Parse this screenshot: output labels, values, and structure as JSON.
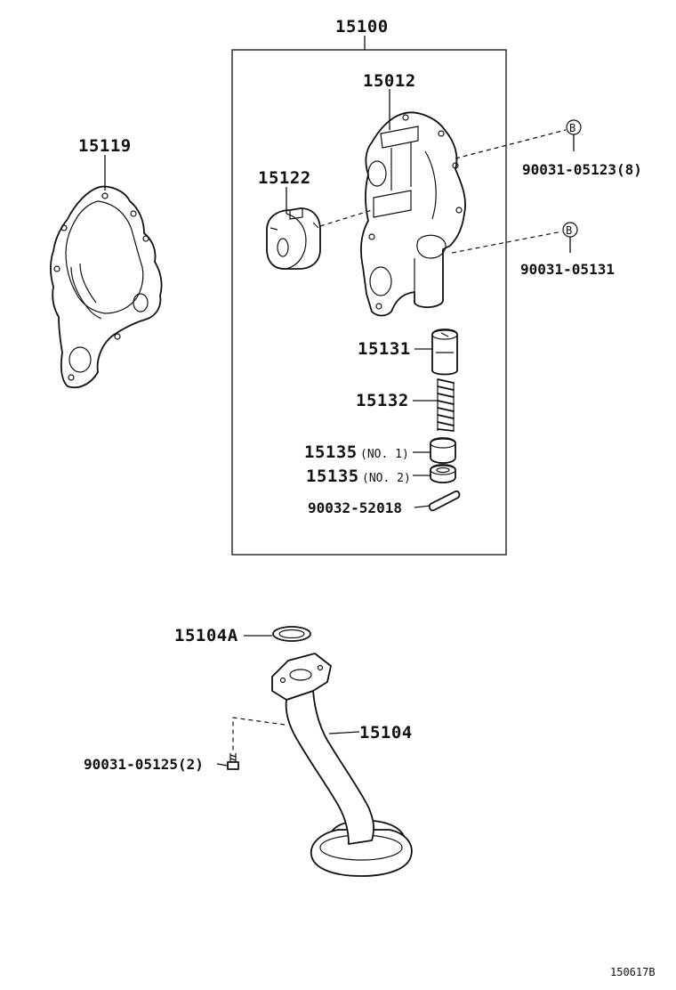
{
  "labels": {
    "assembly": "15100",
    "pump_body": "15012",
    "rotor": "15122",
    "gasket": "15119",
    "bolt_8": "90031-05123(8)",
    "bolt_1": "90031-05131",
    "valve": "15131",
    "spring": "15132",
    "retainer_1_part": "15135",
    "retainer_1_note": "(NO. 1)",
    "retainer_2_part": "15135",
    "retainer_2_note": "(NO. 2)",
    "pin": "90032-52018",
    "oring": "15104A",
    "strainer": "15104",
    "strainer_bolt": "90031-05125(2)",
    "ref_b1": "B",
    "ref_b2": "B",
    "figure_id": "150617B"
  }
}
